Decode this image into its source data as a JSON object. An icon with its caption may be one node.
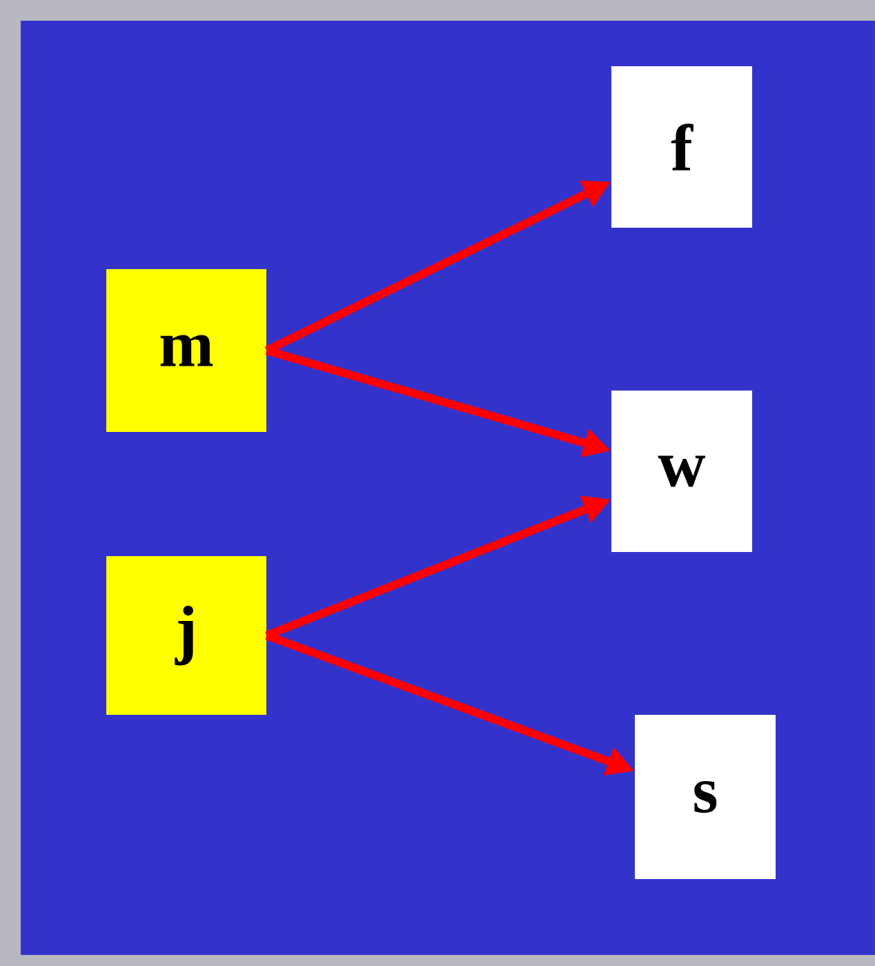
{
  "diagram": {
    "nodes": [
      {
        "text": [
          "m"
        ]
      },
      {
        "text": [
          "j"
        ]
      },
      {
        "text": [
          "f"
        ]
      },
      {
        "text": [
          "w"
        ]
      },
      {
        "text": [
          "s"
        ]
      }
    ],
    "edges": [
      {
        "from": 0,
        "to": 2,
        "arrow": "to"
      },
      {
        "from": 0,
        "to": 3,
        "arrow": "to"
      },
      {
        "from": 1,
        "to": 3,
        "arrow": "to"
      },
      {
        "from": 1,
        "to": 4,
        "arrow": "to"
      }
    ]
  }
}
